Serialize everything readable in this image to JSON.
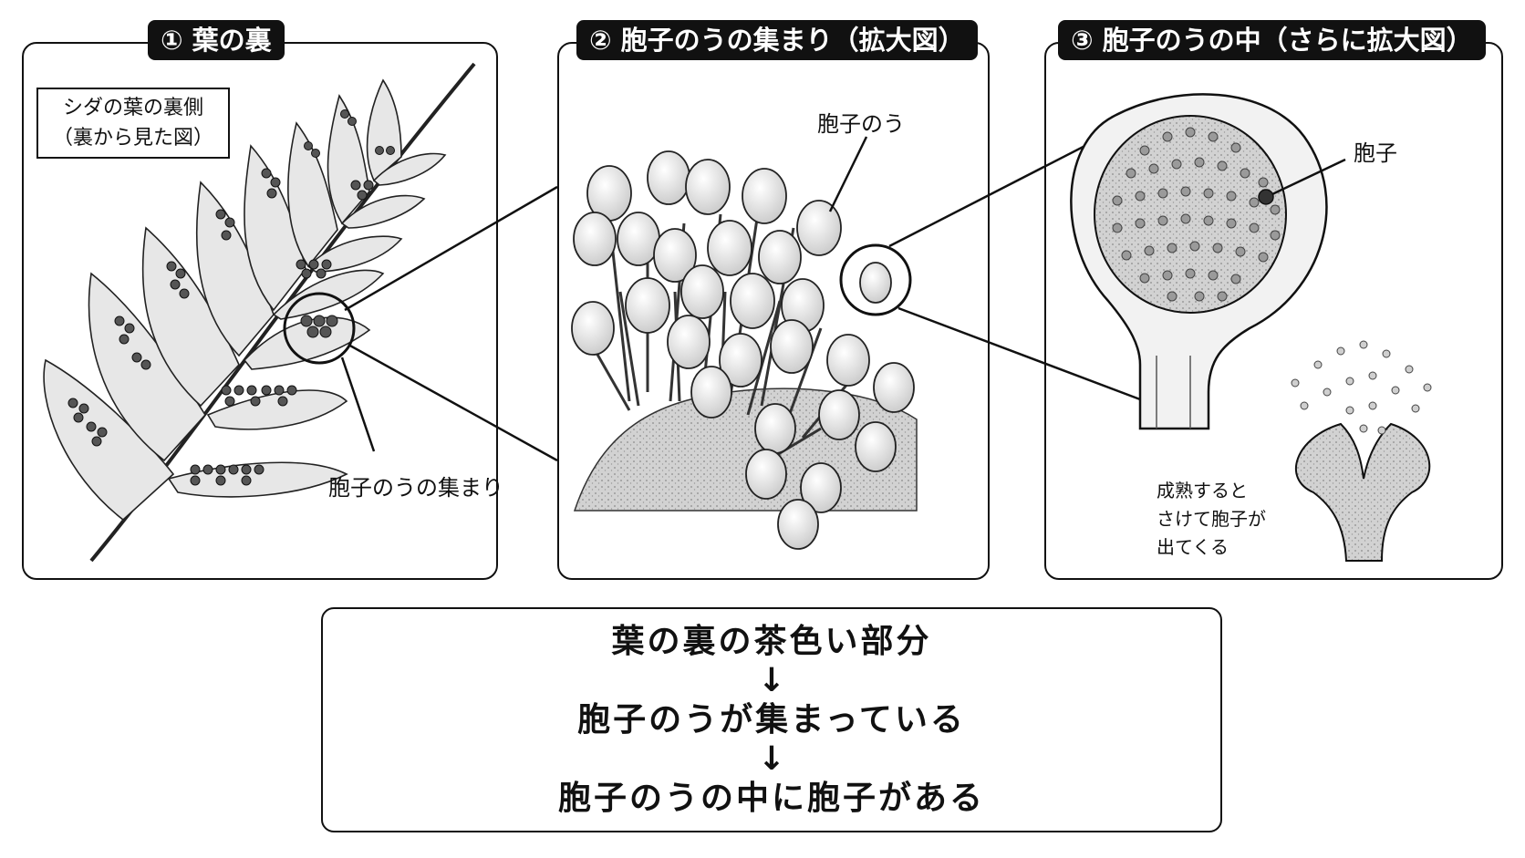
{
  "panels": [
    {
      "title": "① 葉の裏",
      "note": [
        "シダの葉の裏側",
        "（裏から見た図）"
      ],
      "label": "胞子のうの集まり"
    },
    {
      "title": "② 胞子のうの集まり（拡大図）",
      "label": "胞子のう"
    },
    {
      "title": "③ 胞子のうの中（さらに拡大図）",
      "label": "胞子",
      "caption": [
        "成熟すると",
        "さけて胞子が",
        "出てくる"
      ]
    }
  ],
  "summary": {
    "lines": [
      "葉の裏の茶色い部分",
      "胞子のうが集まっている",
      "胞子のうの中に胞子がある"
    ],
    "arrow": "↓"
  }
}
